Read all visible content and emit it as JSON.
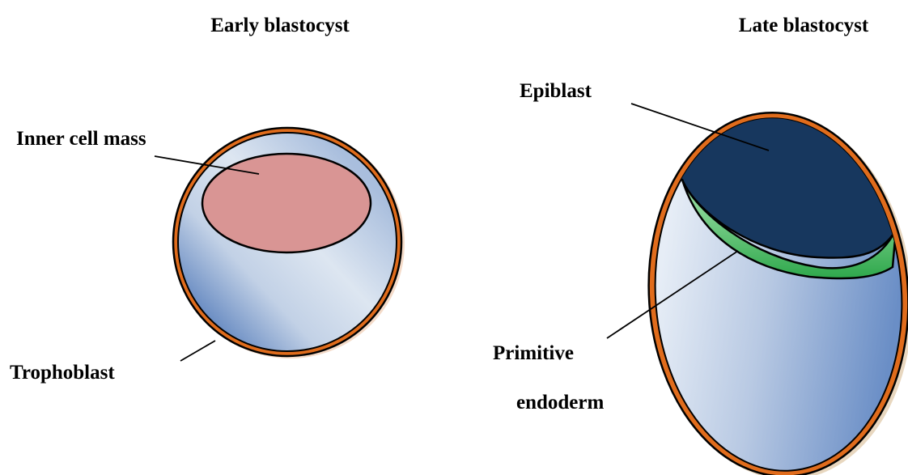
{
  "panels": {
    "early": {
      "title": "Early blastocyst",
      "labels": {
        "inner_cell_mass": "Inner cell mass",
        "trophoblast": "Trophoblast"
      }
    },
    "late": {
      "title": "Late blastocyst",
      "labels": {
        "epiblast": "Epiblast",
        "primitive_endoderm_line1": "Primitive",
        "primitive_endoderm_line2": "endoderm"
      }
    }
  },
  "colors": {
    "trophoblast_rim": "#e06c1c",
    "outline": "#000000",
    "inner_cell_mass": "#d99594",
    "epiblast": "#17375e",
    "primitive_endoderm": "#3cb55a",
    "cavity_light": "#e4ecf5",
    "cavity_dark": "#6d8fc4"
  }
}
